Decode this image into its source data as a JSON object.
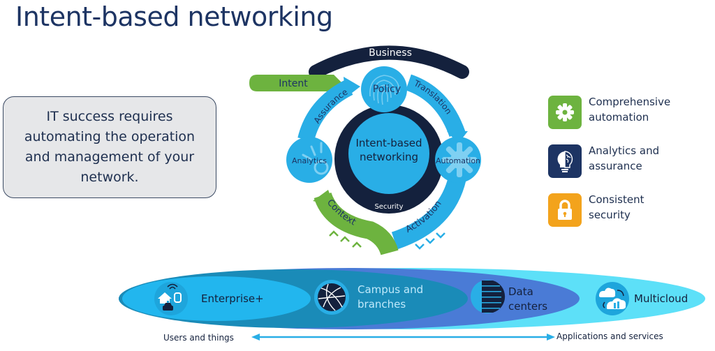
{
  "header": {
    "title": "Intent-based networking"
  },
  "callout": {
    "text": "IT success requires automating the operation and management of your network."
  },
  "cycle": {
    "top_arc": "Business",
    "intent_tag": "Intent",
    "center_title_line1": "Intent-based",
    "center_title_line2": "networking",
    "ring_label": "Security",
    "nodes": {
      "policy": "Policy",
      "analytics": "Analytics",
      "automation": "Automation"
    },
    "arrows": {
      "translation": "Translation",
      "assurance": "Assurance",
      "activation": "Activation",
      "context": "Context"
    }
  },
  "legend": {
    "items": [
      {
        "label_line1": "Comprehensive",
        "label_line2": "automation",
        "icon": "gear-icon",
        "color": "#6db33f"
      },
      {
        "label_line1": "Analytics and",
        "label_line2": "assurance",
        "icon": "lightbulb-brain-icon",
        "color": "#1d3463"
      },
      {
        "label_line1": "Consistent",
        "label_line2": "security",
        "icon": "padlock-icon",
        "color": "#f3a31c"
      }
    ]
  },
  "domains": {
    "enterprise": "Enterprise+",
    "campus_line1": "Campus and",
    "campus_line2": "branches",
    "datacenter_line1": "Data",
    "datacenter_line2": "centers",
    "multicloud": "Multicloud"
  },
  "axis": {
    "left_label": "Users and things",
    "right_label": "Applications and services"
  },
  "colors": {
    "navy": "#1d3463",
    "dark": "#14213d",
    "cyan": "#29aee6",
    "green": "#6db33f",
    "orange": "#f3a31c"
  }
}
